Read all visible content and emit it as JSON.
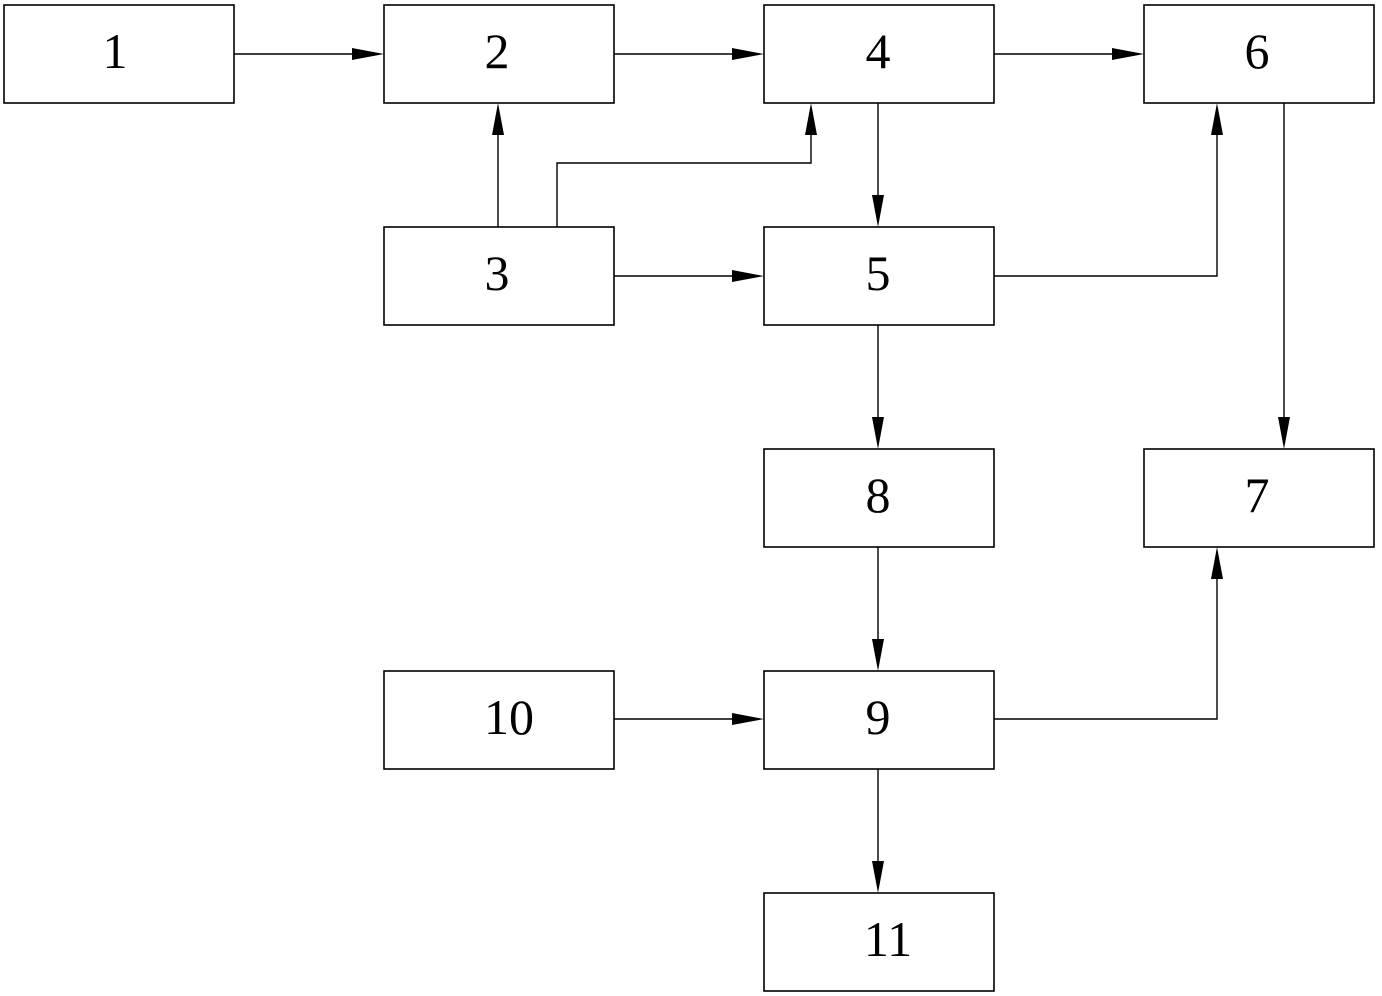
{
  "diagram": {
    "blocks": [
      {
        "id": "b1",
        "label": "1"
      },
      {
        "id": "b2",
        "label": "2"
      },
      {
        "id": "b3",
        "label": "3"
      },
      {
        "id": "b4",
        "label": "4"
      },
      {
        "id": "b5",
        "label": "5"
      },
      {
        "id": "b6",
        "label": "6"
      },
      {
        "id": "b7",
        "label": "7"
      },
      {
        "id": "b8",
        "label": "8"
      },
      {
        "id": "b9",
        "label": "9"
      },
      {
        "id": "b10",
        "label": "10"
      },
      {
        "id": "b11",
        "label": "11"
      }
    ],
    "connections": [
      {
        "from": "1",
        "to": "2"
      },
      {
        "from": "2",
        "to": "4"
      },
      {
        "from": "4",
        "to": "6"
      },
      {
        "from": "3",
        "to": "2"
      },
      {
        "from": "3",
        "to": "4"
      },
      {
        "from": "3",
        "to": "5"
      },
      {
        "from": "4",
        "to": "5"
      },
      {
        "from": "5",
        "to": "6"
      },
      {
        "from": "6",
        "to": "7"
      },
      {
        "from": "5",
        "to": "8"
      },
      {
        "from": "8",
        "to": "9"
      },
      {
        "from": "10",
        "to": "9"
      },
      {
        "from": "9",
        "to": "7"
      },
      {
        "from": "9",
        "to": "11"
      }
    ],
    "colors": {
      "stroke": "#000000",
      "background": "#ffffff"
    }
  }
}
